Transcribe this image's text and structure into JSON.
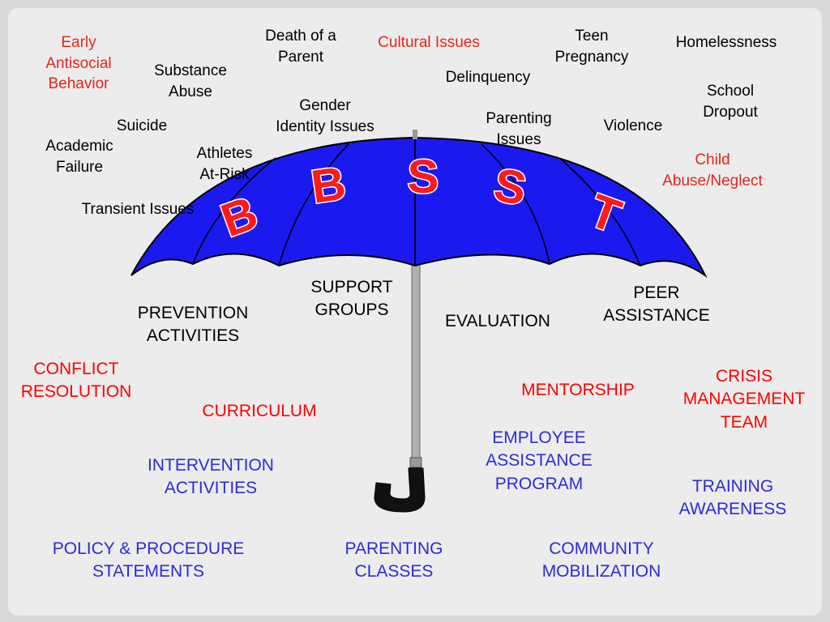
{
  "issues": [
    {
      "id": "early-antisocial",
      "text": "Early\nAntisocial\nBehavior",
      "color": "red"
    },
    {
      "id": "substance-abuse",
      "text": "Substance\nAbuse",
      "color": "black"
    },
    {
      "id": "death-of-parent",
      "text": "Death of a\nParent",
      "color": "black"
    },
    {
      "id": "cultural-issues",
      "text": "Cultural Issues",
      "color": "red"
    },
    {
      "id": "teen-pregnancy",
      "text": "Teen\nPregnancy",
      "color": "black"
    },
    {
      "id": "homelessness",
      "text": "Homelessness",
      "color": "black"
    },
    {
      "id": "delinquency",
      "text": "Delinquency",
      "color": "black"
    },
    {
      "id": "school-dropout",
      "text": "School\nDropout",
      "color": "black"
    },
    {
      "id": "suicide",
      "text": "Suicide",
      "color": "black"
    },
    {
      "id": "gender-identity",
      "text": "Gender\nIdentity Issues",
      "color": "black"
    },
    {
      "id": "parenting-issues",
      "text": "Parenting\nIssues",
      "color": "black"
    },
    {
      "id": "violence",
      "text": "Violence",
      "color": "black"
    },
    {
      "id": "academic-failure",
      "text": "Academic\nFailure",
      "color": "black"
    },
    {
      "id": "athletes-at-risk",
      "text": "Athletes\nAt-Risk",
      "color": "black"
    },
    {
      "id": "child-abuse",
      "text": "Child\nAbuse/Neglect",
      "color": "red"
    },
    {
      "id": "transient-issues",
      "text": "Transient Issues",
      "color": "black"
    }
  ],
  "umbrella": {
    "letters": [
      "B",
      "B",
      "S",
      "S",
      "T"
    ],
    "canopy_color": "#1a1af0",
    "letter_color": "#ff1a1a"
  },
  "services": [
    {
      "id": "prevention-activities",
      "text": "PREVENTION\nACTIVITIES",
      "color": "black"
    },
    {
      "id": "support-groups",
      "text": "SUPPORT\nGROUPS",
      "color": "black"
    },
    {
      "id": "evaluation",
      "text": "EVALUATION",
      "color": "black"
    },
    {
      "id": "peer-assistance",
      "text": "PEER\nASSISTANCE",
      "color": "black"
    },
    {
      "id": "conflict-resolution",
      "text": "CONFLICT\nRESOLUTION",
      "color": "red"
    },
    {
      "id": "curriculum",
      "text": "CURRICULUM",
      "color": "red"
    },
    {
      "id": "mentorship",
      "text": "MENTORSHIP",
      "color": "red"
    },
    {
      "id": "crisis-management-team",
      "text": "CRISIS\nMANAGEMENT\nTEAM",
      "color": "red"
    },
    {
      "id": "employee-assistance-program",
      "text": "EMPLOYEE\nASSISTANCE\nPROGRAM",
      "color": "blue"
    },
    {
      "id": "intervention-activities",
      "text": "INTERVENTION\nACTIVITIES",
      "color": "blue"
    },
    {
      "id": "training-awareness",
      "text": "TRAINING\nAWARENESS",
      "color": "blue"
    },
    {
      "id": "policy-procedure-statements",
      "text": "POLICY & PROCEDURE\nSTATEMENTS",
      "color": "blue"
    },
    {
      "id": "parenting-classes",
      "text": "PARENTING\nCLASSES",
      "color": "blue"
    },
    {
      "id": "community-mobilization",
      "text": "COMMUNITY\nMOBILIZATION",
      "color": "blue"
    }
  ]
}
